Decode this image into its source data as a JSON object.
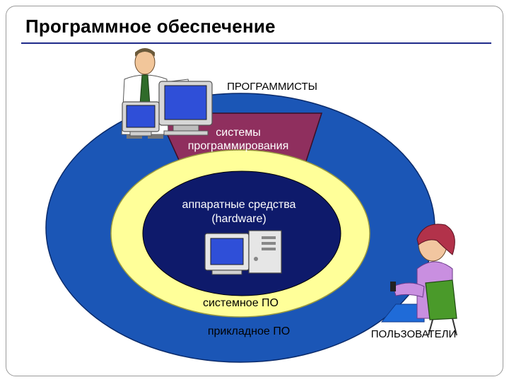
{
  "slide": {
    "title": "Программное обеспечение"
  },
  "labels": {
    "programmers": "ПРОГРАММИСТЫ",
    "system_programming": "системы\nпрограммирования",
    "hardware": "аппаратные средства\n(hardware)",
    "system_software": "системное ПО",
    "application_software": "прикладное ПО",
    "users": "ПОЛЬЗОВАТЕЛИ"
  },
  "colors": {
    "outer_ring": "#1b56b6",
    "middle_ring": "#ffff99",
    "core": "#0e1a6b",
    "wedge": "#8f2f5e",
    "title_rule": "#1f2a8a"
  },
  "icons": [
    "programmer-figure-icon",
    "computer-monitor-icon",
    "desktop-computer-icon",
    "user-figure-icon"
  ]
}
